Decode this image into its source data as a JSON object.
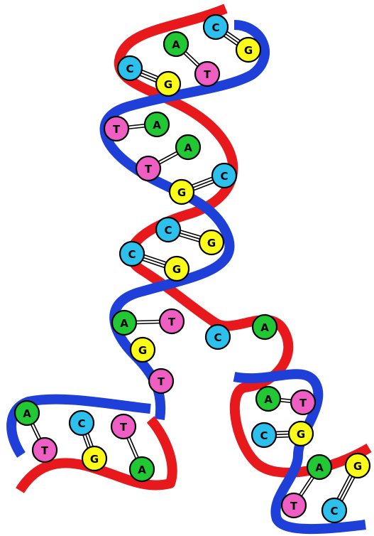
{
  "colors": {
    "background": "#ffffff",
    "strand_a": "#e8191c",
    "strand_b": "#1f3fd9",
    "A": "#22c833",
    "T": "#ef5ec2",
    "C": "#2ec0ec",
    "G": "#fbfb19",
    "bond": "#000000"
  },
  "bases": [
    {
      "letter": "A"
    },
    {
      "letter": "C"
    },
    {
      "letter": "G"
    },
    {
      "letter": "C"
    },
    {
      "letter": "G"
    },
    {
      "letter": "T"
    },
    {
      "letter": "T"
    },
    {
      "letter": "A"
    },
    {
      "letter": "A"
    },
    {
      "letter": "T"
    },
    {
      "letter": "C"
    },
    {
      "letter": "G"
    },
    {
      "letter": "C"
    },
    {
      "letter": "G"
    },
    {
      "letter": "C"
    },
    {
      "letter": "G"
    },
    {
      "letter": "A"
    },
    {
      "letter": "T"
    },
    {
      "letter": "C"
    },
    {
      "letter": "A"
    },
    {
      "letter": "G"
    },
    {
      "letter": "T"
    },
    {
      "letter": "A"
    },
    {
      "letter": "T"
    },
    {
      "letter": "C"
    },
    {
      "letter": "G"
    },
    {
      "letter": "A"
    },
    {
      "letter": "T"
    },
    {
      "letter": "C"
    },
    {
      "letter": "T"
    },
    {
      "letter": "G"
    },
    {
      "letter": "A"
    },
    {
      "letter": "A"
    },
    {
      "letter": "G"
    },
    {
      "letter": "T"
    },
    {
      "letter": "C"
    }
  ]
}
